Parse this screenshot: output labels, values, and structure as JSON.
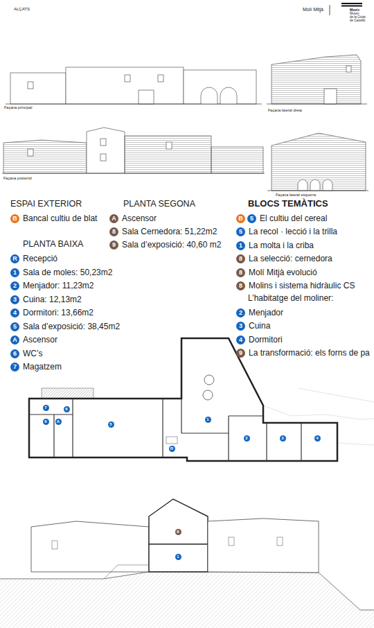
{
  "diagram": {
    "nodes": [
      {
        "text": [
          "B",
          "Bancal cultiu de blat"
        ]
      },
      {
        "text": [
          "R",
          "Recepció"
        ]
      },
      {
        "text": [
          "1",
          "Sala de moles: 50,23m2"
        ]
      },
      {
        "text": [
          "2",
          "Menjador: 11,23m2"
        ]
      },
      {
        "text": [
          "3",
          "Cuina: 12,13m2"
        ]
      },
      {
        "text": [
          "4",
          "Dormitori: 13,66m2"
        ]
      },
      {
        "text": [
          "5",
          "Sala d’exposició: 38,45m2"
        ]
      },
      {
        "text": [
          "A",
          "Ascensor"
        ]
      },
      {
        "text": [
          "6",
          "WC’s"
        ]
      },
      {
        "text": [
          "7",
          "Magatzem"
        ]
      },
      {
        "text": [
          "A",
          "Ascensor"
        ]
      },
      {
        "text": [
          "8",
          "Sala Cernedora: 51,22m2"
        ]
      },
      {
        "text": [
          "9",
          "Sala d’exposició: 40,60 m2"
        ]
      },
      {
        "text": [
          "B"
        ]
      },
      {
        "text": [
          "5",
          "El cultiu del cereal"
        ]
      },
      {
        "text": [
          "5",
          "La recol · lecció i la trilla"
        ]
      },
      {
        "text": [
          "1",
          "La molta i la criba"
        ]
      },
      {
        "text": [
          "8",
          "La selecció: cernedora"
        ]
      },
      {
        "text": [
          "8",
          "Molí Mitjà evolució"
        ]
      },
      {
        "text": [
          "8",
          "Molins i sistema hidràulic CS"
        ]
      },
      {
        "text": [
          "2",
          "Menjador"
        ]
      },
      {
        "text": [
          "3",
          "Cuina"
        ]
      },
      {
        "text": [
          "4",
          "Dormitori"
        ]
      },
      {
        "text": [
          "9",
          "La transformació: els forns de pa"
        ]
      },
      {
        "text": [
          "7"
        ]
      },
      {
        "text": [
          "6"
        ]
      },
      {
        "text": [
          "A"
        ]
      },
      {
        "text": [
          "6"
        ]
      },
      {
        "text": [
          "5"
        ]
      },
      {
        "text": [
          "1"
        ]
      },
      {
        "text": [
          "R"
        ]
      },
      {
        "text": [
          "2"
        ]
      },
      {
        "text": [
          "3"
        ]
      },
      {
        "text": [
          "4"
        ]
      },
      {
        "text": [
          "8"
        ]
      },
      {
        "text": [
          "1"
        ]
      }
    ],
    "labels": [
      "ALÇATS",
      "Molí Mitjà",
      "Muvic",
      "Museu",
      "de la Ciutat",
      "de Castelló",
      "Façana principal",
      "Façana lateral dreta",
      "Façana posterior",
      "Façana lateral esquerra",
      "ESPAI EXTERIOR",
      "PLANTA BAIXA",
      "PLANTA SEGONA",
      "BLOCS TEMÀTICS",
      "L’habitatge del moliner:"
    ]
  }
}
